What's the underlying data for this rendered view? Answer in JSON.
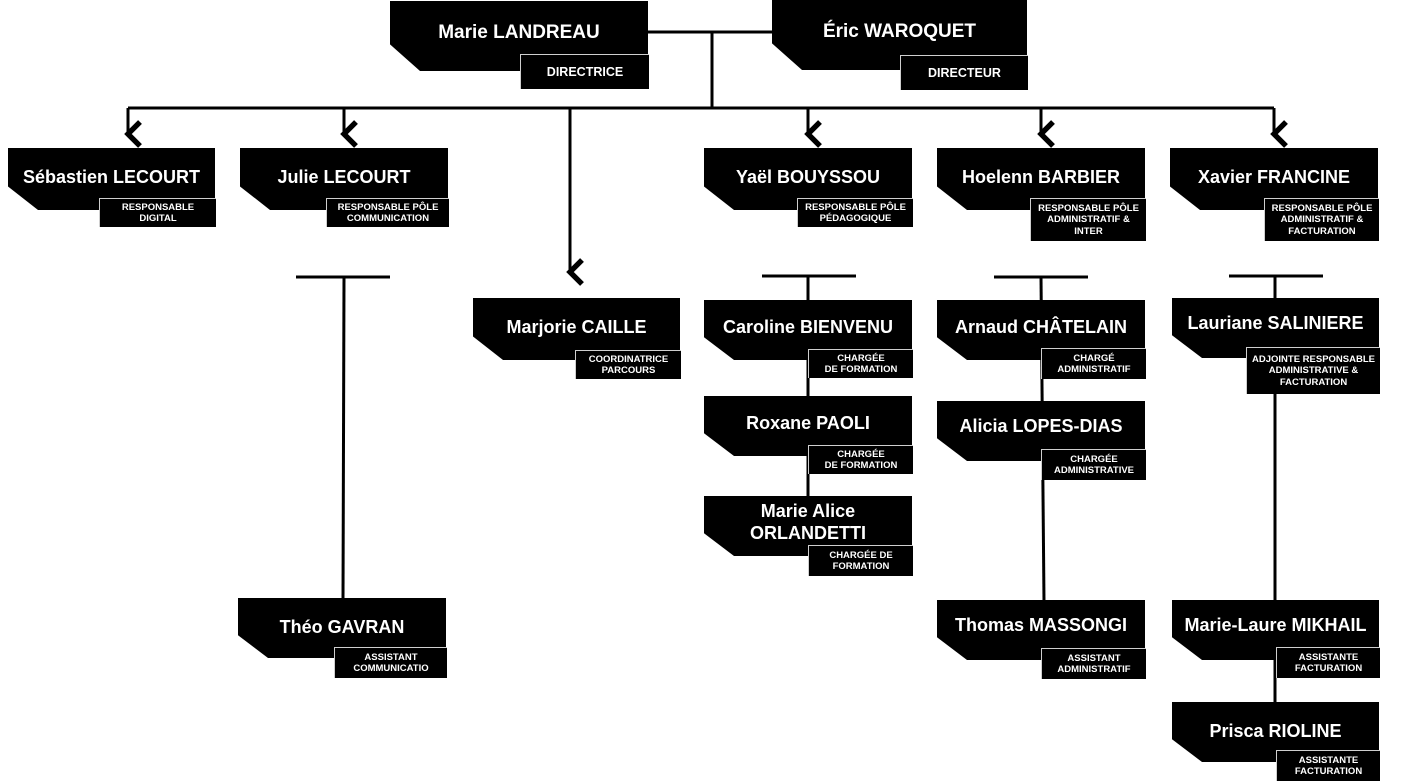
{
  "people": {
    "landreau": {
      "name": "Marie LANDREAU",
      "role": "DIRECTRICE"
    },
    "waroquet": {
      "name": "Éric WAROQUET",
      "role": "DIRECTEUR"
    },
    "lecourt_s": {
      "name": "Sébastien LECOURT",
      "role": "RESPONSABLE\nDIGITAL"
    },
    "lecourt_j": {
      "name": "Julie LECOURT",
      "role": "RESPONSABLE PÔLE\nCOMMUNICATION"
    },
    "caille": {
      "name": "Marjorie CAILLE",
      "role": "COORDINATRICE\nPARCOURS"
    },
    "bouyssou": {
      "name": "Yaël BOUYSSOU",
      "role": "RESPONSABLE PÔLE\nPÉDAGOGIQUE"
    },
    "barbier": {
      "name": "Hoelenn BARBIER",
      "role": "RESPONSABLE PÔLE\nADMINISTRATIF &\nINTER"
    },
    "francine": {
      "name": "Xavier FRANCINE",
      "role": "RESPONSABLE PÔLE\nADMINISTRATIF &\nFACTURATION"
    },
    "gavran": {
      "name": "Théo GAVRAN",
      "role": "ASSISTANT\nCOMMUNICATIO"
    },
    "bienvenu": {
      "name": "Caroline BIENVENU",
      "role": "CHARGÉE\nDE FORMATION"
    },
    "paoli": {
      "name": "Roxane PAOLI",
      "role": "CHARGÉE\nDE FORMATION"
    },
    "orlandetti": {
      "name": "Marie Alice\nORLANDETTI",
      "role": "CHARGÉE DE\nFORMATION"
    },
    "chatelain": {
      "name": "Arnaud CHÂTELAIN",
      "role": "CHARGÉ\nADMINISTRATIF"
    },
    "lopes_dias": {
      "name": "Alicia LOPES-DIAS",
      "role": "CHARGÉE\nADMINISTRATIVE"
    },
    "massongi": {
      "name": "Thomas MASSONGI",
      "role": "ASSISTANT\nADMINISTRATIF"
    },
    "saliniere": {
      "name": "Lauriane SALINIERE",
      "role": "ADJOINTE RESPONSABLE\nADMINISTRATIVE &\nFACTURATION"
    },
    "mikhail": {
      "name": "Marie-Laure MIKHAIL",
      "role": "ASSISTANTE\nFACTURATION"
    },
    "rioline": {
      "name": "Prisca RIOLINE",
      "role": "ASSISTANTE\nFACTURATION"
    }
  },
  "colors": {
    "card": "#000000",
    "text": "#ffffff",
    "line": "#000000"
  }
}
